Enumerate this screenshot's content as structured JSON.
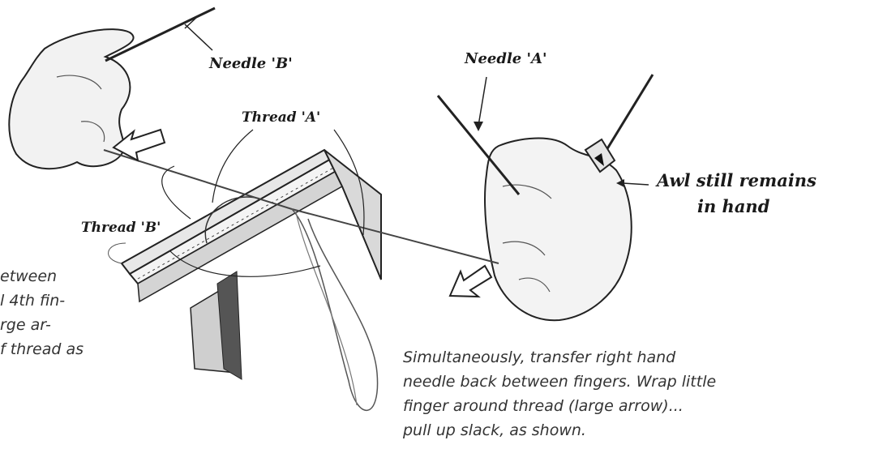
{
  "labels": {
    "needle_b": "Needle 'B'",
    "needle_a": "Needle 'A'",
    "thread_a": "Thread 'A'",
    "thread_b": "Thread 'B'",
    "awl_line1": "Awl still remains",
    "awl_line2": "in hand"
  },
  "captions": {
    "left": [
      "etween",
      "l 4th fin-",
      "rge ar-",
      "f thread as"
    ],
    "right": [
      "Simultaneously, transfer right hand",
      "needle back between fingers. Wrap little",
      "finger around thread (large arrow)...",
      "pull up slack, as shown."
    ]
  },
  "icons": [
    "left-hand-icon",
    "right-hand-icon",
    "awl-icon",
    "stitching-clamp-icon",
    "large-arrow-icon"
  ]
}
